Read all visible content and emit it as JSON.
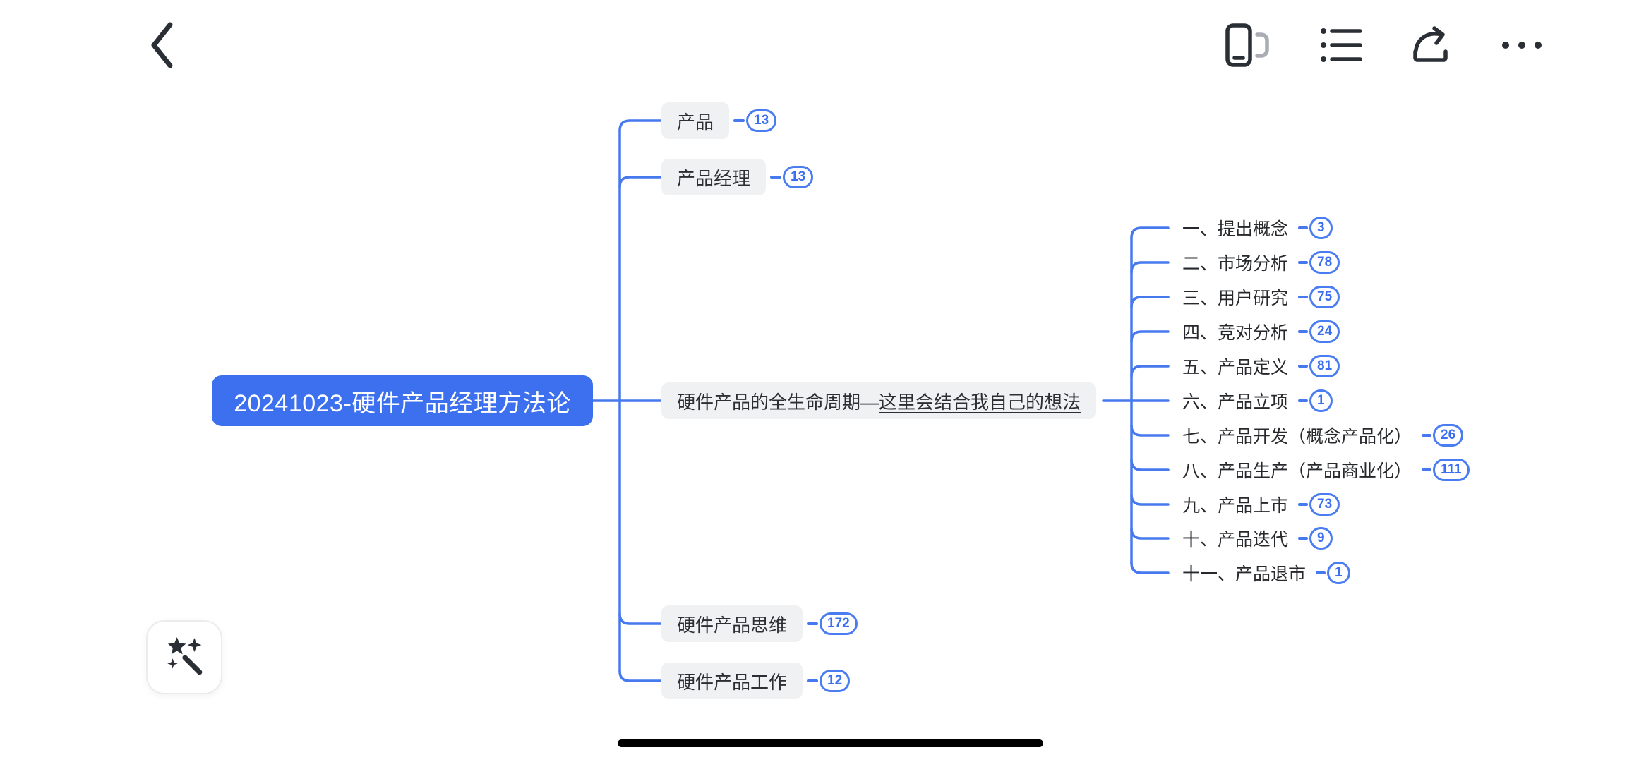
{
  "header": {
    "back_icon": "chevron-left",
    "actions": [
      {
        "icon": "device-preview",
        "name": "device-preview"
      },
      {
        "icon": "outline-list",
        "name": "outline"
      },
      {
        "icon": "share-forward",
        "name": "share"
      },
      {
        "icon": "more-ellipsis",
        "name": "more"
      }
    ]
  },
  "colors": {
    "root_fill": "#3c70ee",
    "connector_blue": "#4678ee",
    "badge_border": "#4a7cf2",
    "badge_text": "#3b6ff0",
    "branch_fill": "#f0f1f3",
    "icon_dark": "#2a2e35"
  },
  "mindmap": {
    "root": {
      "label": "20241023-硬件产品经理方法论"
    },
    "branches": [
      {
        "label": "产品",
        "count": "13"
      },
      {
        "label": "产品经理",
        "count": "13"
      },
      {
        "label_prefix": "硬件产品的全生命周期—",
        "label_underlined": "这里会结合我自己的想法"
      },
      {
        "label": "硬件产品思维",
        "count": "172"
      },
      {
        "label": "硬件产品工作",
        "count": "12"
      }
    ],
    "children": [
      {
        "label": "一、提出概念",
        "count": "3"
      },
      {
        "label": "二、市场分析",
        "count": "78"
      },
      {
        "label": "三、用户研究",
        "count": "75"
      },
      {
        "label": "四、竞对分析",
        "count": "24"
      },
      {
        "label": "五、产品定义",
        "count": "81"
      },
      {
        "label": "六、产品立项",
        "count": "1"
      },
      {
        "label": "七、产品开发（概念产品化）",
        "count": "26"
      },
      {
        "label": "八、产品生产（产品商业化）",
        "count": "111"
      },
      {
        "label": "九、产品上市",
        "count": "73"
      },
      {
        "label": "十、产品迭代",
        "count": "9"
      },
      {
        "label": "十一、产品退市",
        "count": "1"
      }
    ]
  },
  "footer": {
    "ai_button_icon": "magic-wand"
  }
}
